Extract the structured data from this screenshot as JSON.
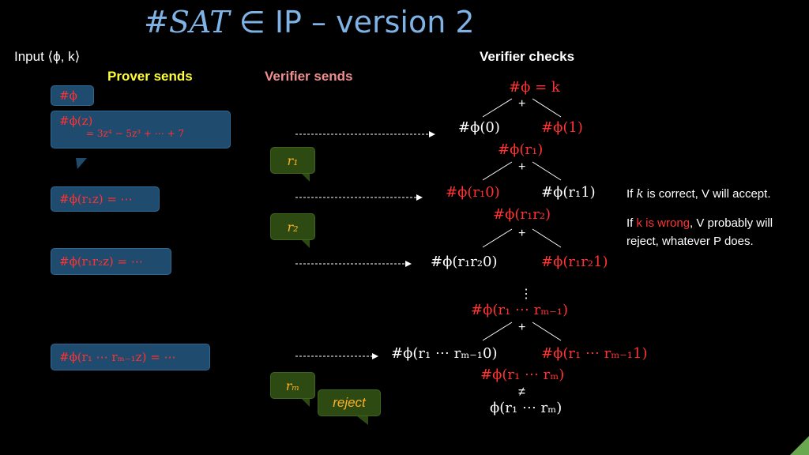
{
  "title": {
    "prefix": "#",
    "set": "SAT",
    "rest": " ∈ IP – version 2"
  },
  "input_label": "Input ⟨ϕ, k⟩",
  "columns": {
    "prover": "Prover sends",
    "verifier_sends": "Verifier sends",
    "verifier_checks": "Verifier checks"
  },
  "prover_boxes": {
    "b0": "#ϕ",
    "b1_line1": "#ϕ(z)",
    "b1_line2": "= 3z⁴ − 5z³ + ⋯ + 7",
    "b2": "#ϕ(r₁z) = ⋯",
    "b3": "#ϕ(r₁r₂z) = ⋯",
    "b4": "#ϕ(r₁ ⋯ rₘ₋₁z) = ⋯"
  },
  "verifier_random": [
    "r₁",
    "r₂",
    "rₘ"
  ],
  "reject_label": "reject",
  "tree": {
    "root": "#ϕ = k",
    "plus": "+",
    "l1_left": "#ϕ(0)",
    "l1_right": "#ϕ(1)",
    "r1_node": "#ϕ(r₁)",
    "l2_left": "#ϕ(r₁0)",
    "l2_right": "#ϕ(r₁1)",
    "r2_node": "#ϕ(r₁r₂)",
    "l3_left": "#ϕ(r₁r₂0)",
    "l3_right": "#ϕ(r₁r₂1)",
    "vdots": "⋮",
    "rm1_node": "#ϕ(r₁ ⋯ rₘ₋₁)",
    "l4_left": "#ϕ(r₁ ⋯ rₘ₋₁0)",
    "l4_right": "#ϕ(r₁ ⋯ rₘ₋₁1)",
    "rm_node": "#ϕ(r₁ ⋯ rₘ)",
    "neq": "≠",
    "final": "ϕ(r₁ ⋯ rₘ)"
  },
  "notes": {
    "n1_prefix": "If ",
    "n1_k": "k",
    "n1_suffix": " is correct, V will accept.",
    "n2_prefix": "If ",
    "n2_red": "k is wrong",
    "n2_suffix": ", V probably will reject, whatever P does."
  },
  "colors": {
    "title": "#7fb2e5",
    "prover_label": "#ffff33",
    "verifier_label": "#f08f8f",
    "highlight": "#ff3333",
    "random_value": "#ffb020",
    "prover_box": "#1e4b6e",
    "verifier_box": "#2d4a13"
  }
}
